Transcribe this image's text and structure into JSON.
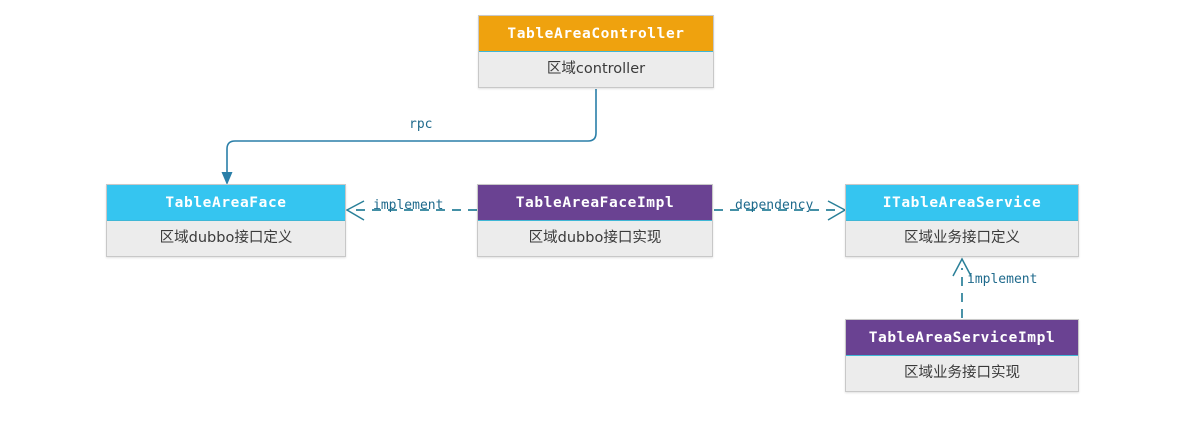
{
  "diagram": {
    "type": "uml-class-architecture",
    "title": "Dubbo service layering diagram",
    "background": "#ffffff",
    "palette": {
      "orange_header": "#efa20e",
      "cyan_header": "#35c5f0",
      "purple_header": "#6a4292",
      "body_background": "#ececec",
      "node_border": "#c8c8c8",
      "header_underline": "#3fb7d6",
      "edge_solid": "#2a7fa8",
      "edge_dashed": "#2a8099",
      "label_text": "#1f6a8c",
      "header_text": "#ffffff",
      "body_text": "#3a3a3a"
    },
    "nodes": [
      {
        "id": "controller",
        "title": "TableAreaController",
        "subtitle": "区域controller",
        "header_color": "#efa20e"
      },
      {
        "id": "face",
        "title": "TableAreaFace",
        "subtitle": "区域dubbo接口定义",
        "header_color": "#35c5f0"
      },
      {
        "id": "face_impl",
        "title": "TableAreaFaceImpl",
        "subtitle": "区域dubbo接口实现",
        "header_color": "#6a4292"
      },
      {
        "id": "service",
        "title": "ITableAreaService",
        "subtitle": "区域业务接口定义",
        "header_color": "#35c5f0"
      },
      {
        "id": "service_impl",
        "title": "TableAreaServiceImpl",
        "subtitle": "区域业务接口实现",
        "header_color": "#6a4292"
      }
    ],
    "edges": [
      {
        "id": "rpc",
        "label": "rpc",
        "from": "controller",
        "to": "face",
        "style": "solid",
        "arrowhead": "filled-triangle",
        "direction": "down-left"
      },
      {
        "id": "implement_face",
        "label": "implement",
        "from": "face_impl",
        "to": "face",
        "style": "dashed",
        "arrowhead": "open-vee",
        "direction": "left"
      },
      {
        "id": "dependency",
        "label": "dependency",
        "from": "face_impl",
        "to": "service",
        "style": "dashed",
        "arrowhead": "open-vee",
        "direction": "right"
      },
      {
        "id": "implement_service",
        "label": "implement",
        "from": "service_impl",
        "to": "service",
        "style": "dashed",
        "arrowhead": "open-vee",
        "direction": "up"
      }
    ]
  }
}
